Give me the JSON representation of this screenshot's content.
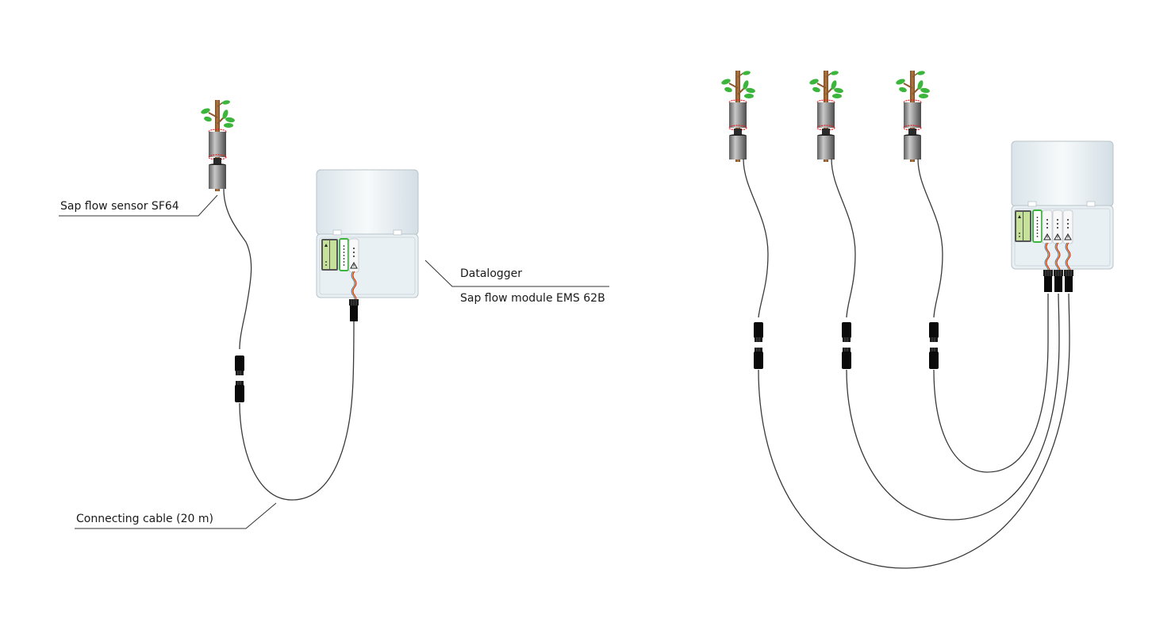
{
  "diagram": {
    "left_setup": {
      "labels": {
        "sensor": "Sap flow sensor SF64",
        "datalogger": "Datalogger",
        "module": "Sap flow module EMS 62B",
        "cable": "Connecting cable (20 m)"
      },
      "sensor_count": 1,
      "channel_count": 1
    },
    "right_setup": {
      "sensor_count": 3,
      "channel_count": 3
    },
    "colors": {
      "stem": "#a0693a",
      "leaf": "#3cb53c",
      "sensor_body": "#8c8c8c",
      "heater_ring": "#e02020",
      "cable": "#3a3a3a",
      "connector": "#0a0a0a",
      "case": "#e6eef3",
      "case_border": "#b9c3c9",
      "battery_frame": "#555555",
      "battery_cell": "#c6e29a",
      "module_border": "#3cb53c",
      "leader_line": "#333333"
    }
  }
}
